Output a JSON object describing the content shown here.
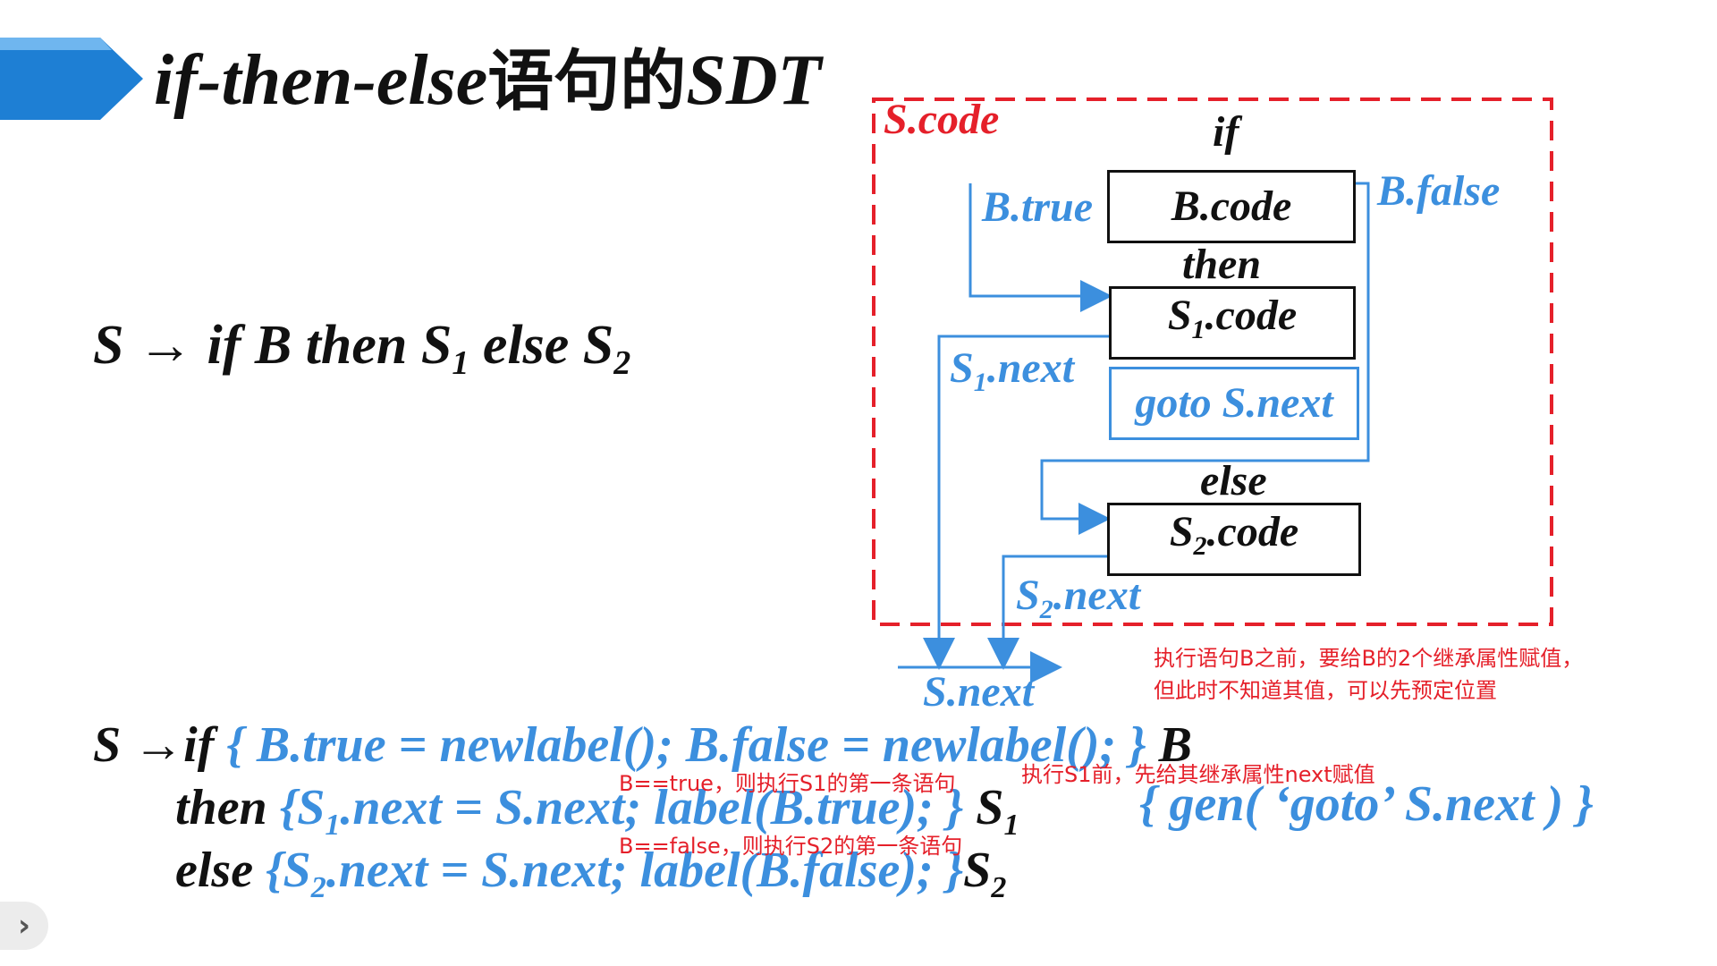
{
  "title": {
    "latin_text": "if-then-else",
    "cjk_text": "语句的",
    "tail_text": "SDT"
  },
  "colors": {
    "accent_blue": "#3c8fde",
    "banner_blue": "#1e7fd4",
    "frame_red": "#e5202a",
    "text_black": "#111111"
  },
  "grammar": {
    "lhs": "S → if B then S",
    "s1_sub": "1",
    "mid": " else S",
    "s2_sub": "2"
  },
  "diagram": {
    "frame_label": "S.code",
    "kw_if": "if",
    "kw_then": "then",
    "kw_else": "else",
    "b_true": "B.true",
    "b_false": "B.false",
    "box_bcode": "B.code",
    "box_s1code_pre": "S",
    "box_s1code_sub": "1",
    "box_s1code_post": ".code",
    "box_goto": "goto S.next",
    "box_s2code_pre": "S",
    "box_s2code_sub": "2",
    "box_s2code_post": ".code",
    "s1next_pre": "S",
    "s1next_sub": "1",
    "s1next_post": ".next",
    "s2next_pre": "S",
    "s2next_sub": "2",
    "s2next_post": ".next",
    "snext": "S.next"
  },
  "notes": {
    "note_b_line1": "执行语句B之前，要给B的2个继承属性赋值，",
    "note_b_line2": "但此时不知道其值，可以先预定位置",
    "note_true": "B==true，则执行S1的第一条语句",
    "note_s1": "执行S1前，先给其继承属性next赋值",
    "note_false": "B==false，则执行S2的第一条语句"
  },
  "sdt": {
    "line1_lhs": "S →if ",
    "line1_action": "{ B.true = newlabel();   B.false = newlabel(); }",
    "line1_tail": " B",
    "line2_kw": "then ",
    "line2_a1": "{S",
    "line2_a1_sub": "1",
    "line2_a2": ".next = S.next;  label(B.true);  }",
    "line2_s": " S",
    "line2_s_sub": "1",
    "line2_gen": "{ gen( ‘goto’  S.next ) }",
    "line3_kw": "else  ",
    "line3_a1": "{S",
    "line3_a1_sub": "2",
    "line3_a2": ".next = S.next;  label(B.false); }",
    "line3_s": "S",
    "line3_s_sub": "2"
  },
  "nav": {
    "icon": "chevron-right-icon",
    "glyph": "›"
  }
}
